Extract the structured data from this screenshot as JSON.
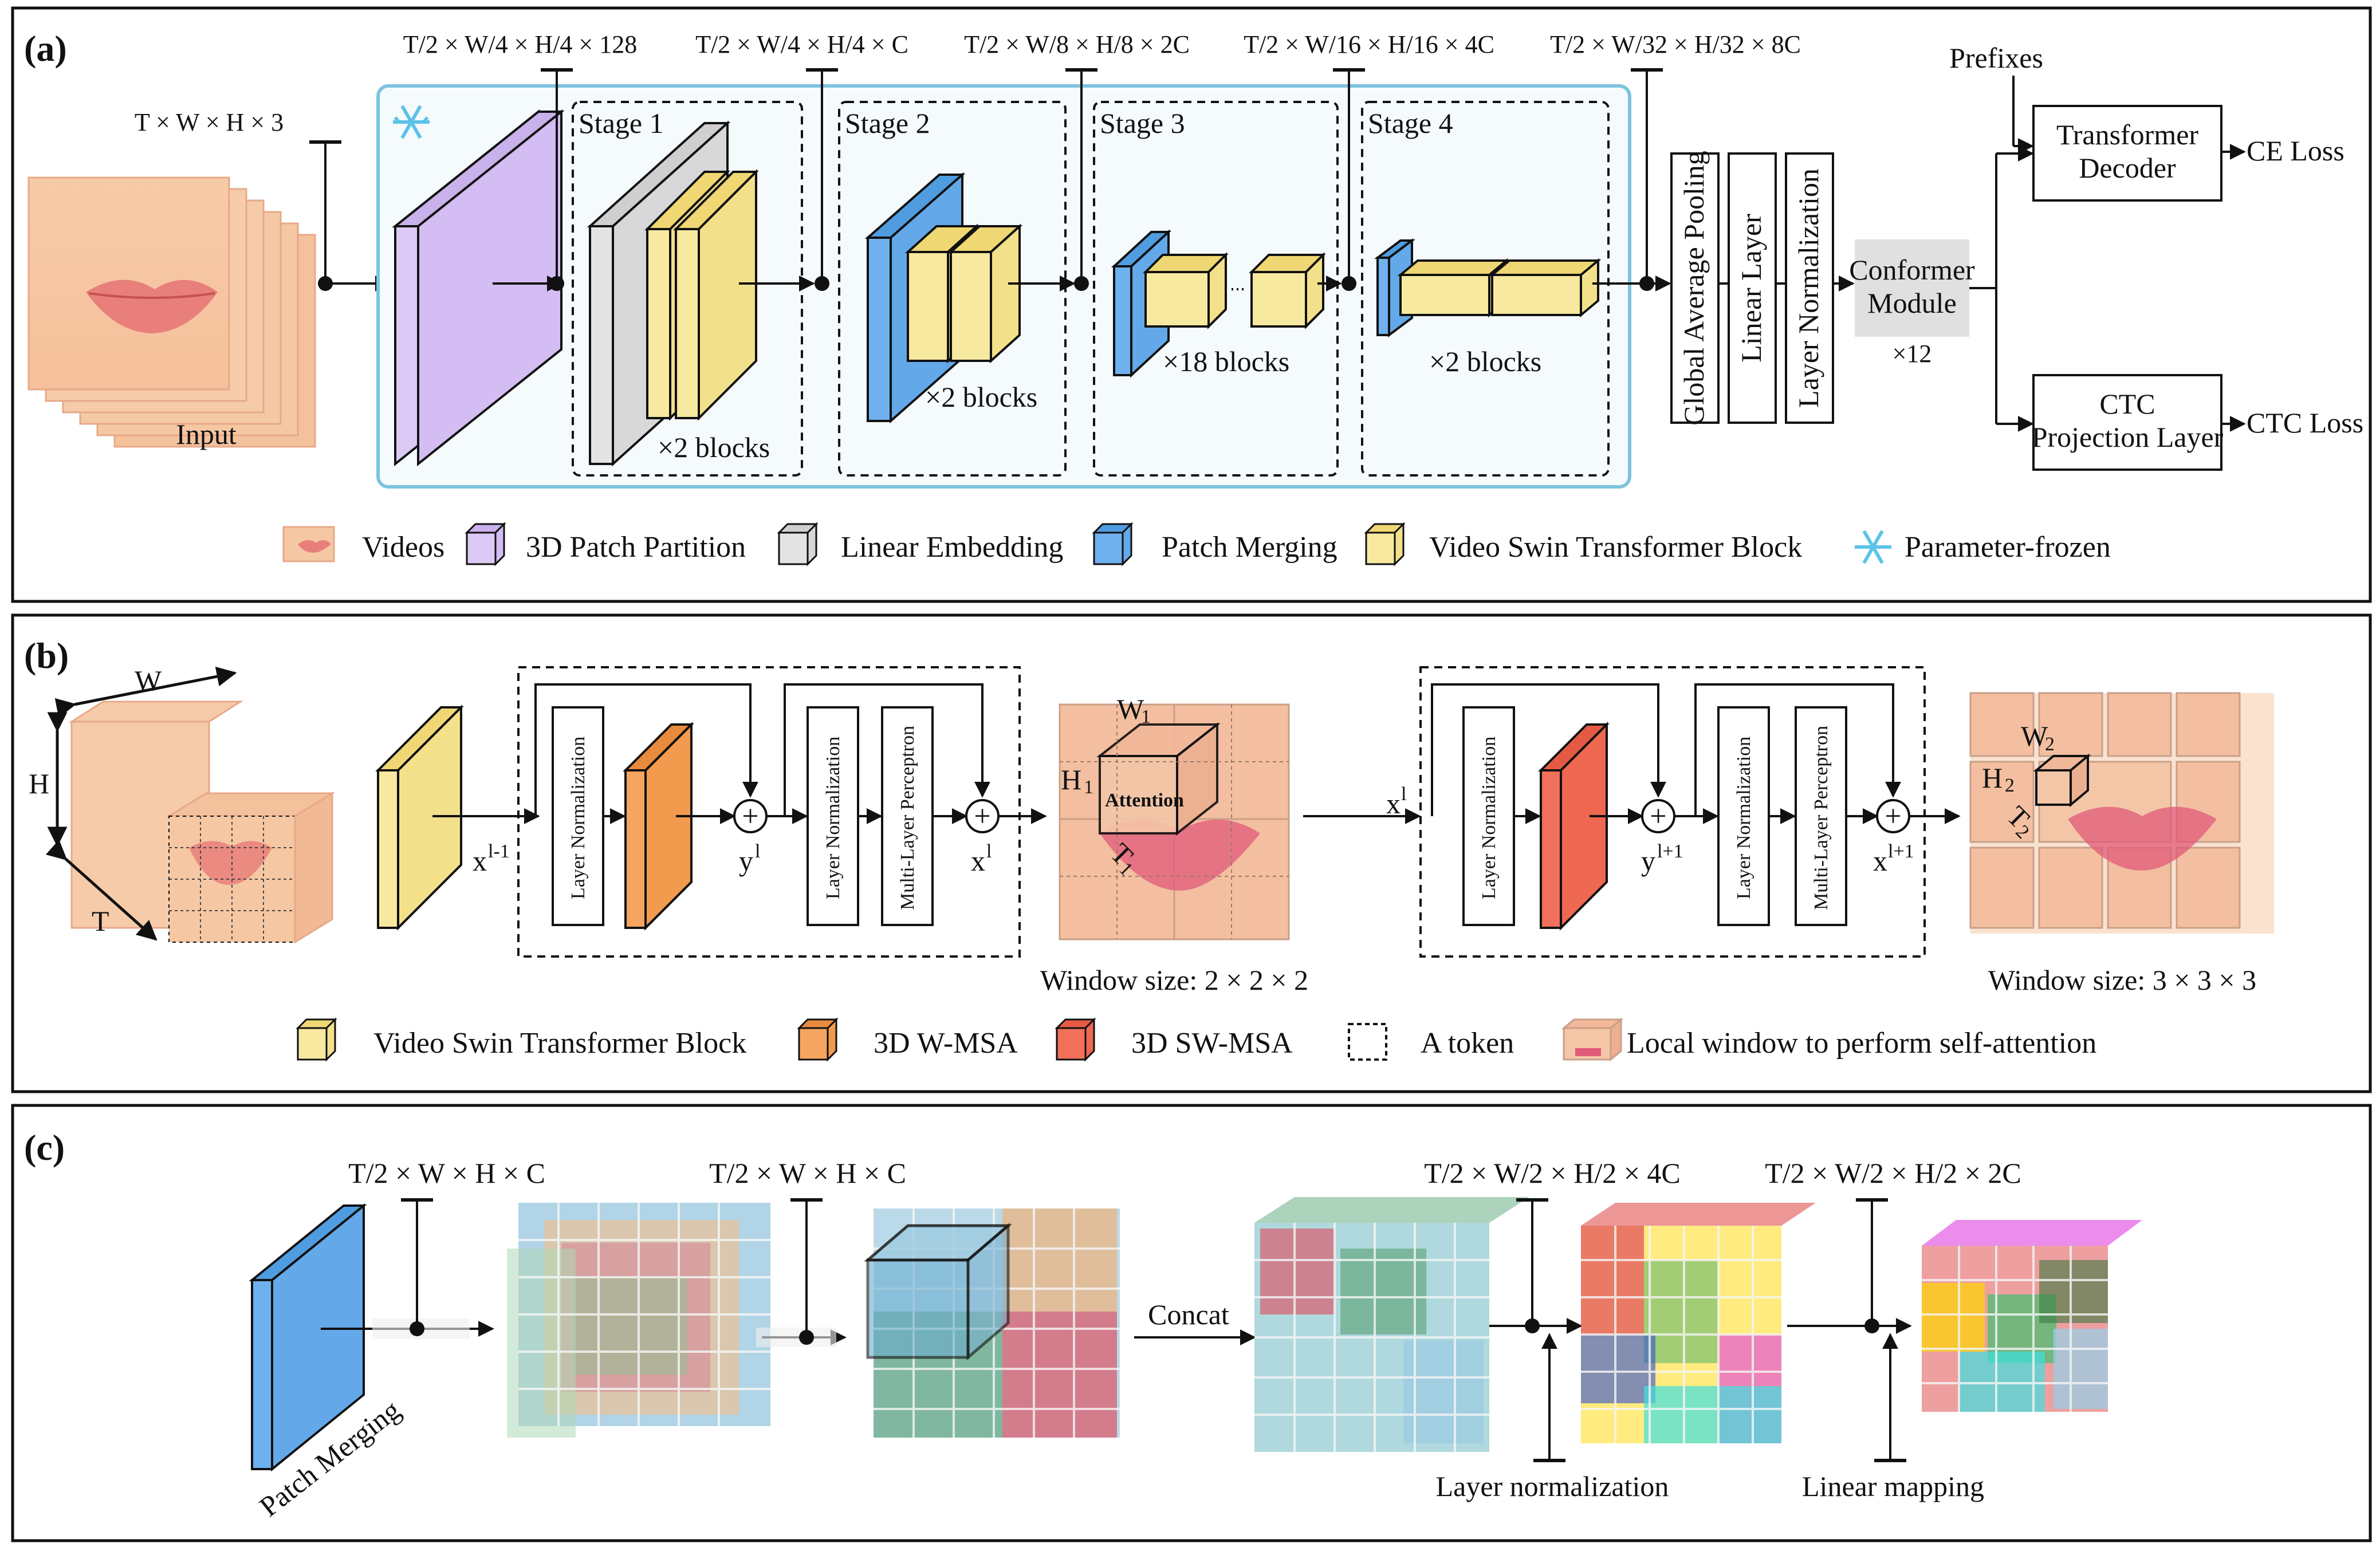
{
  "panel_a": {
    "tag": "(a)",
    "dims": [
      "T/2 × W/4 × H/4 × 128",
      "T/2 × W/4 × H/4 × C",
      "T/2 × W/8 × H/8 × 2C",
      "T/2 × W/16 × H/16 × 4C",
      "T/2 × W/32 × H/32 × 8C"
    ],
    "input_dim": "T × W × H × 3",
    "input_label": "Input",
    "stages": [
      "Stage 1",
      "Stage 2",
      "Stage 3",
      "Stage 4"
    ],
    "blocks": [
      "×2 blocks",
      "×2 blocks",
      "×18 blocks",
      "×2 blocks"
    ],
    "vertical_boxes": [
      "Global Average Pooling",
      "Linear Layer",
      "Layer Normalization"
    ],
    "conformer": [
      "Conformer",
      "Module"
    ],
    "conformer_repeat": "×12",
    "prefixes": "Prefixes",
    "decoder": [
      "Transformer",
      "Decoder"
    ],
    "ce_loss": "CE Loss",
    "ctc": [
      "CTC",
      "Projection Layer"
    ],
    "ctc_loss": "CTC Loss",
    "legend": [
      "Videos",
      "3D Patch Partition",
      "Linear Embedding",
      "Patch Merging",
      "Video Swin Transformer Block",
      "Parameter-frozen"
    ]
  },
  "panel_b": {
    "tag": "(b)",
    "axis_w": "W",
    "axis_h": "H",
    "axis_t": "T",
    "x_prev": "x",
    "x_prev_sup": "l-1",
    "layer_norm": "Layer Normalization",
    "mlp": "Multi-Layer Perceptron",
    "y_l": "y",
    "y_l_sup": "l",
    "x_l": "x",
    "x_l_sup": "l",
    "y_l1": "y",
    "y_l1_sup": "l+1",
    "x_l1": "x",
    "x_l1_sup": "l+1",
    "attention": "Attention",
    "w1": "W",
    "h1": "H",
    "t1": "T",
    "sub1": "1",
    "w2": "W",
    "h2": "H",
    "t2": "T",
    "sub2": "2",
    "window1": "Window size: 2 × 2 × 2",
    "window2": "Window size: 3 × 3 × 3",
    "legend": [
      "Video Swin Transformer Block",
      "3D W-MSA",
      "3D SW-MSA",
      "A token",
      "Local window to perform self-attention"
    ]
  },
  "panel_c": {
    "tag": "(c)",
    "dims": [
      "T/2 × W × H × C",
      "T/2 × W × H × C",
      "T/2 × W/2 × H/2 × 4C",
      "T/2 × W/2 × H/2 × 2C"
    ],
    "patch_merging": "Patch Merging",
    "concat": "Concat",
    "layer_norm": "Layer normalization",
    "linear_map": "Linear mapping"
  },
  "colors": {
    "purple": "#dcc9f5",
    "gray": "#e3e3e3",
    "blue": "#6fb1ee",
    "yellow": "#f7e9a0",
    "orange": "#f6a560",
    "red": "#f0705a",
    "frame": "#7cc4de",
    "frozen": "#5cc3e8",
    "conformer_bg": "#e0e0e0"
  }
}
